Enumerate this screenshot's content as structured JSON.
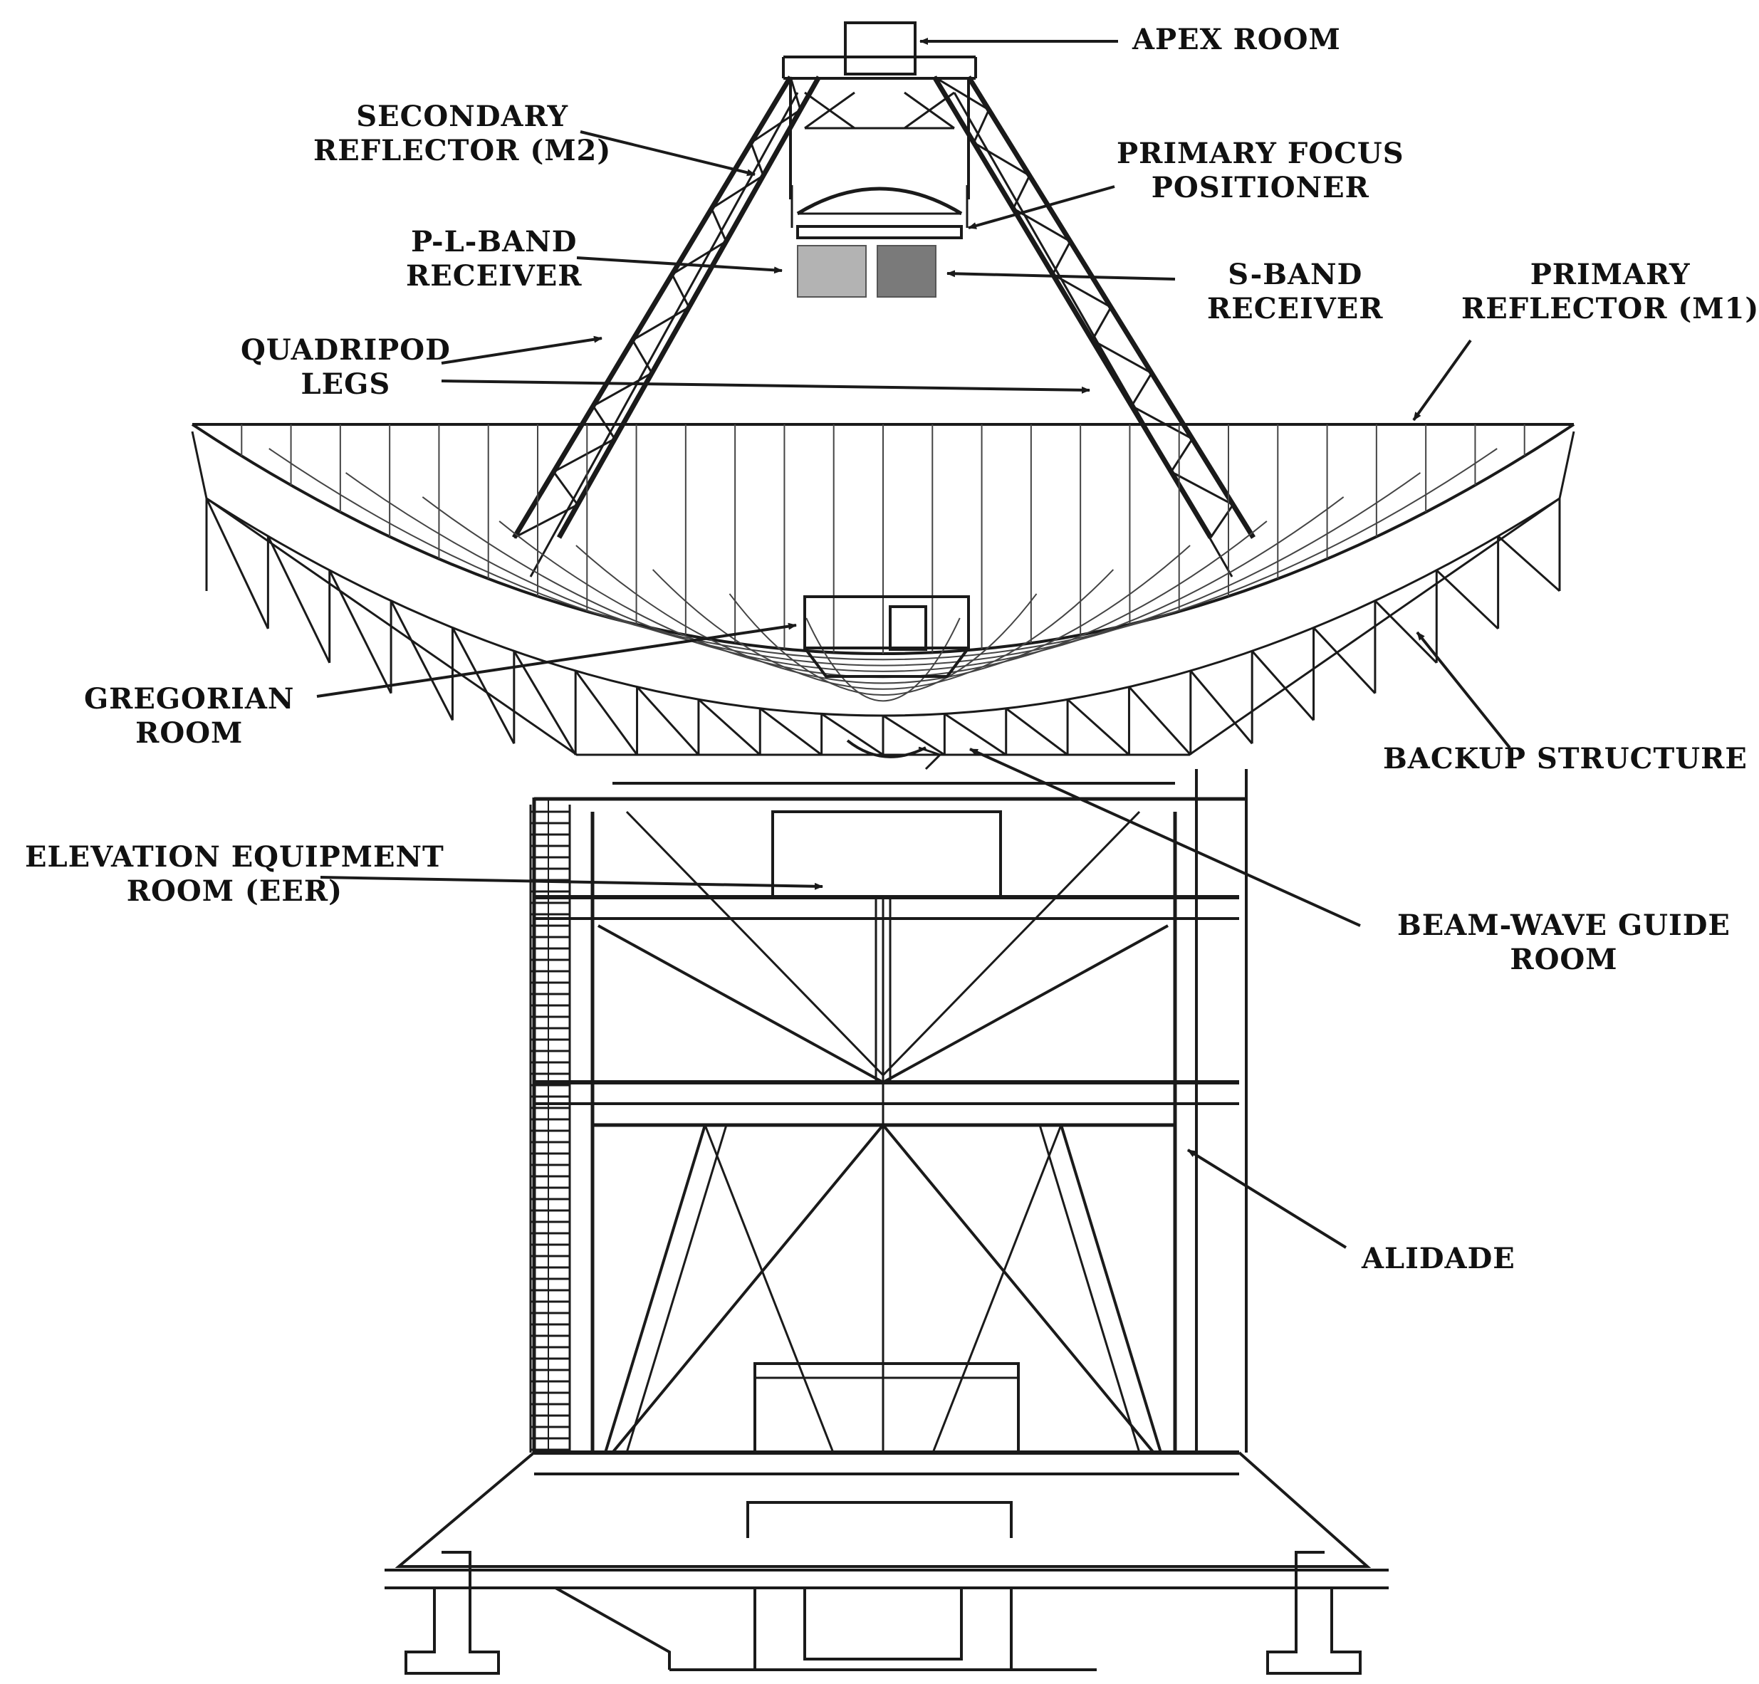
{
  "colors": {
    "line": "#1a1a1a",
    "light_line": "#555555",
    "receiver_pl": "#b3b3b3",
    "receiver_s": "#7a7a7a",
    "background": "#ffffff"
  },
  "labels": {
    "apex_room": "APEX ROOM",
    "secondary_reflector": [
      "SECONDARY",
      "REFLECTOR (M2)"
    ],
    "primary_focus_positioner": [
      "PRIMARY FOCUS",
      "POSITIONER"
    ],
    "pl_band_receiver": [
      "P-L-BAND",
      "RECEIVER"
    ],
    "s_band_receiver": [
      "S-BAND",
      "RECEIVER"
    ],
    "primary_reflector": [
      "PRIMARY",
      "REFLECTOR (M1)"
    ],
    "quadripod_legs": [
      "QUADRIPOD",
      "LEGS"
    ],
    "gregorian_room": [
      "GREGORIAN",
      "ROOM"
    ],
    "backup_structure": "BACKUP STRUCTURE",
    "elevation_equipment_room": [
      "ELEVATION EQUIPMENT",
      "ROOM (EER)"
    ],
    "beam_wave_guide_room": [
      "BEAM-WAVE GUIDE",
      "ROOM"
    ],
    "alidade": "ALIDADE"
  }
}
